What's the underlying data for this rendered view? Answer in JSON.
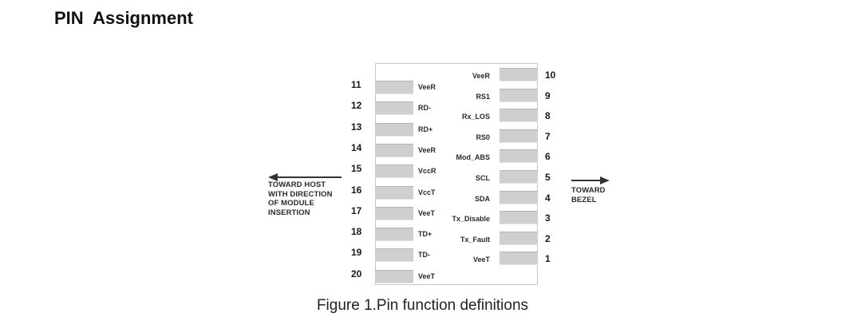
{
  "page": {
    "title": "PIN  Assignment",
    "caption": "Figure 1.Pin function definitions"
  },
  "diagram": {
    "left_note": [
      "Toward Host",
      "with Direction",
      "of Module",
      "Insertion"
    ],
    "right_note": [
      "Toward",
      "Bezel"
    ],
    "left_pins": [
      {
        "num": "11",
        "signal": "VeeR"
      },
      {
        "num": "12",
        "signal": "RD-"
      },
      {
        "num": "13",
        "signal": "RD+"
      },
      {
        "num": "14",
        "signal": "VeeR"
      },
      {
        "num": "15",
        "signal": "VccR"
      },
      {
        "num": "16",
        "signal": "VccT"
      },
      {
        "num": "17",
        "signal": "VeeT"
      },
      {
        "num": "18",
        "signal": "TD+"
      },
      {
        "num": "19",
        "signal": "TD-"
      },
      {
        "num": "20",
        "signal": "VeeT"
      }
    ],
    "right_pins": [
      {
        "num": "10",
        "signal": "VeeR"
      },
      {
        "num": "9",
        "signal": "RS1"
      },
      {
        "num": "8",
        "signal": "Rx_LOS"
      },
      {
        "num": "7",
        "signal": "RS0"
      },
      {
        "num": "6",
        "signal": "Mod_ABS"
      },
      {
        "num": "5",
        "signal": "SCL"
      },
      {
        "num": "4",
        "signal": "SDA"
      },
      {
        "num": "3",
        "signal": "Tx_Disable"
      },
      {
        "num": "2",
        "signal": "Tx_Fault"
      },
      {
        "num": "1",
        "signal": "VeeT"
      }
    ]
  }
}
